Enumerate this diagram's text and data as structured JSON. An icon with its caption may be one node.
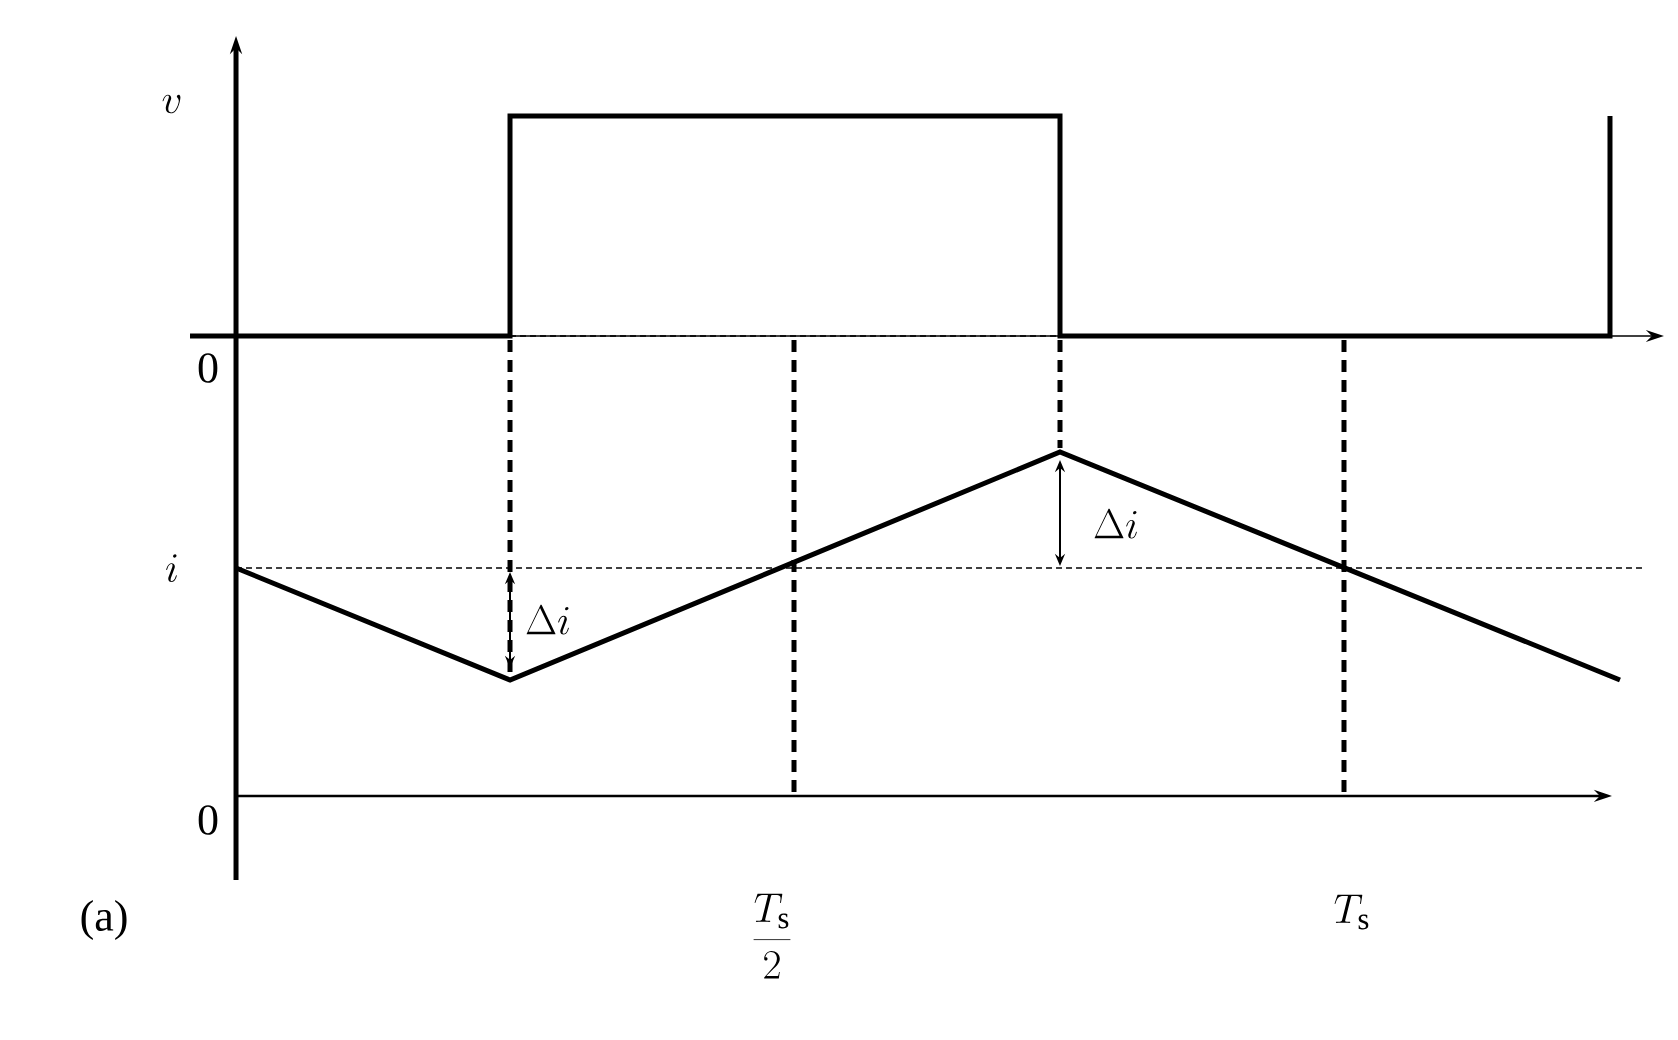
{
  "diagram": {
    "labels": [
      "v",
      "0",
      "i",
      "\\Delta i",
      "\\Delta i",
      "0",
      "(a)",
      "\\frac{T_{\\mathrm{s}}}{2}",
      "T_{\\mathrm{s}}"
    ]
  }
}
